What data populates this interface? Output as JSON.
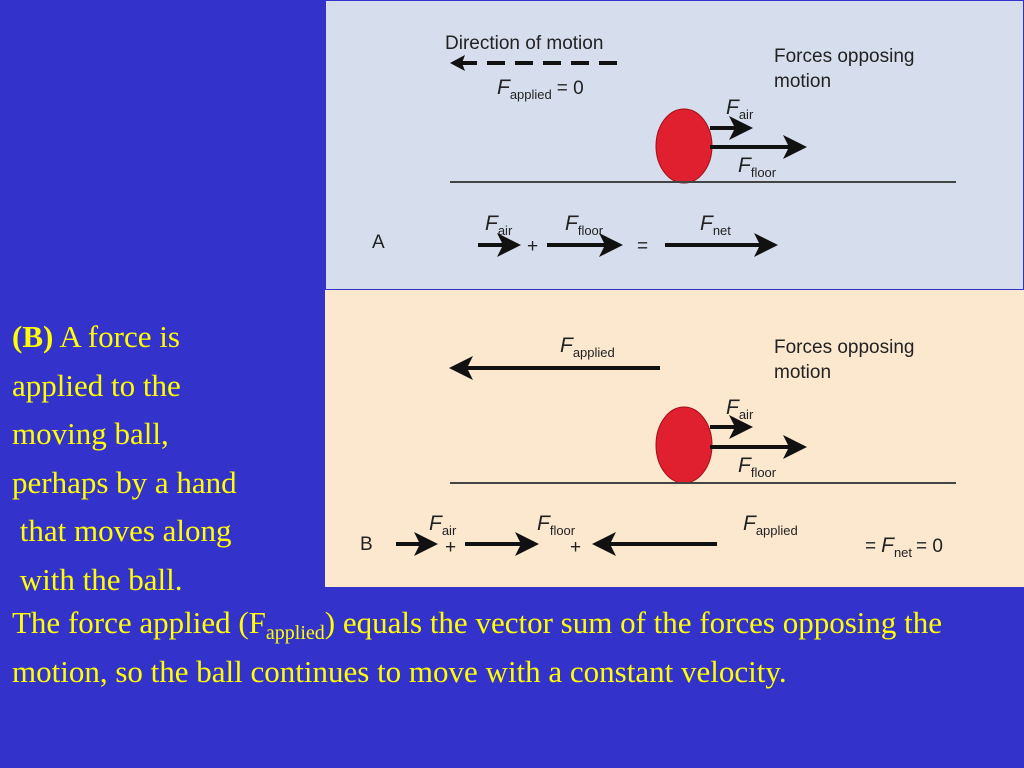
{
  "caption": {
    "label": "(B)",
    "lines": [
      " A force is",
      "applied to the",
      "moving ball,",
      "perhaps by a hand",
      " that moves along",
      " with the ball."
    ]
  },
  "body": {
    "before": "The force applied (F",
    "sub": "applied",
    "after": ") equals the vector sum of the forces opposing the motion, so the ball continues to move with a constant velocity."
  },
  "figure": {
    "panel_a": {
      "letter": "A",
      "direction_label": "Direction of motion",
      "applied_eq": "= 0",
      "forces_line1": "Forces opposing",
      "forces_line2": "motion",
      "plus": "+",
      "equals": "="
    },
    "panel_b": {
      "letter": "B",
      "forces_line1": "Forces opposing",
      "forces_line2": "motion",
      "plus": "+",
      "net_prefix": "=",
      "net_suffix": "= 0"
    },
    "symbols": {
      "F": "F",
      "air": "air",
      "floor": "floor",
      "applied": "applied",
      "net": "net"
    },
    "colors": {
      "background": "#3333cc",
      "text": "#ffff00",
      "panel_a": "#d6deed",
      "panel_b": "#fbe8cf",
      "ball": "#e0202e"
    }
  }
}
